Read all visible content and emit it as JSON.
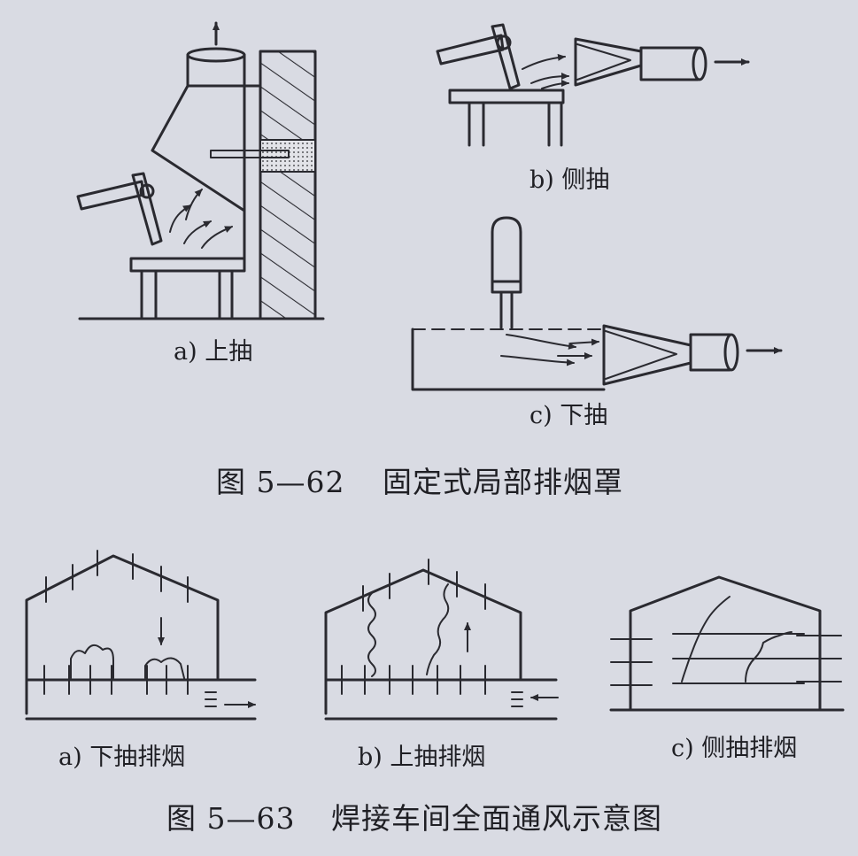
{
  "fig62": {
    "number": "图 5—62",
    "title": "固定式局部排烟罩",
    "a": "a) 上抽",
    "b": "b) 侧抽",
    "c": "c) 下抽"
  },
  "fig63": {
    "number": "图 5—63",
    "title": "焊接车间全面通风示意图",
    "a": "a) 下抽排烟",
    "b": "b) 上抽排烟",
    "c": "c) 侧抽排烟"
  }
}
